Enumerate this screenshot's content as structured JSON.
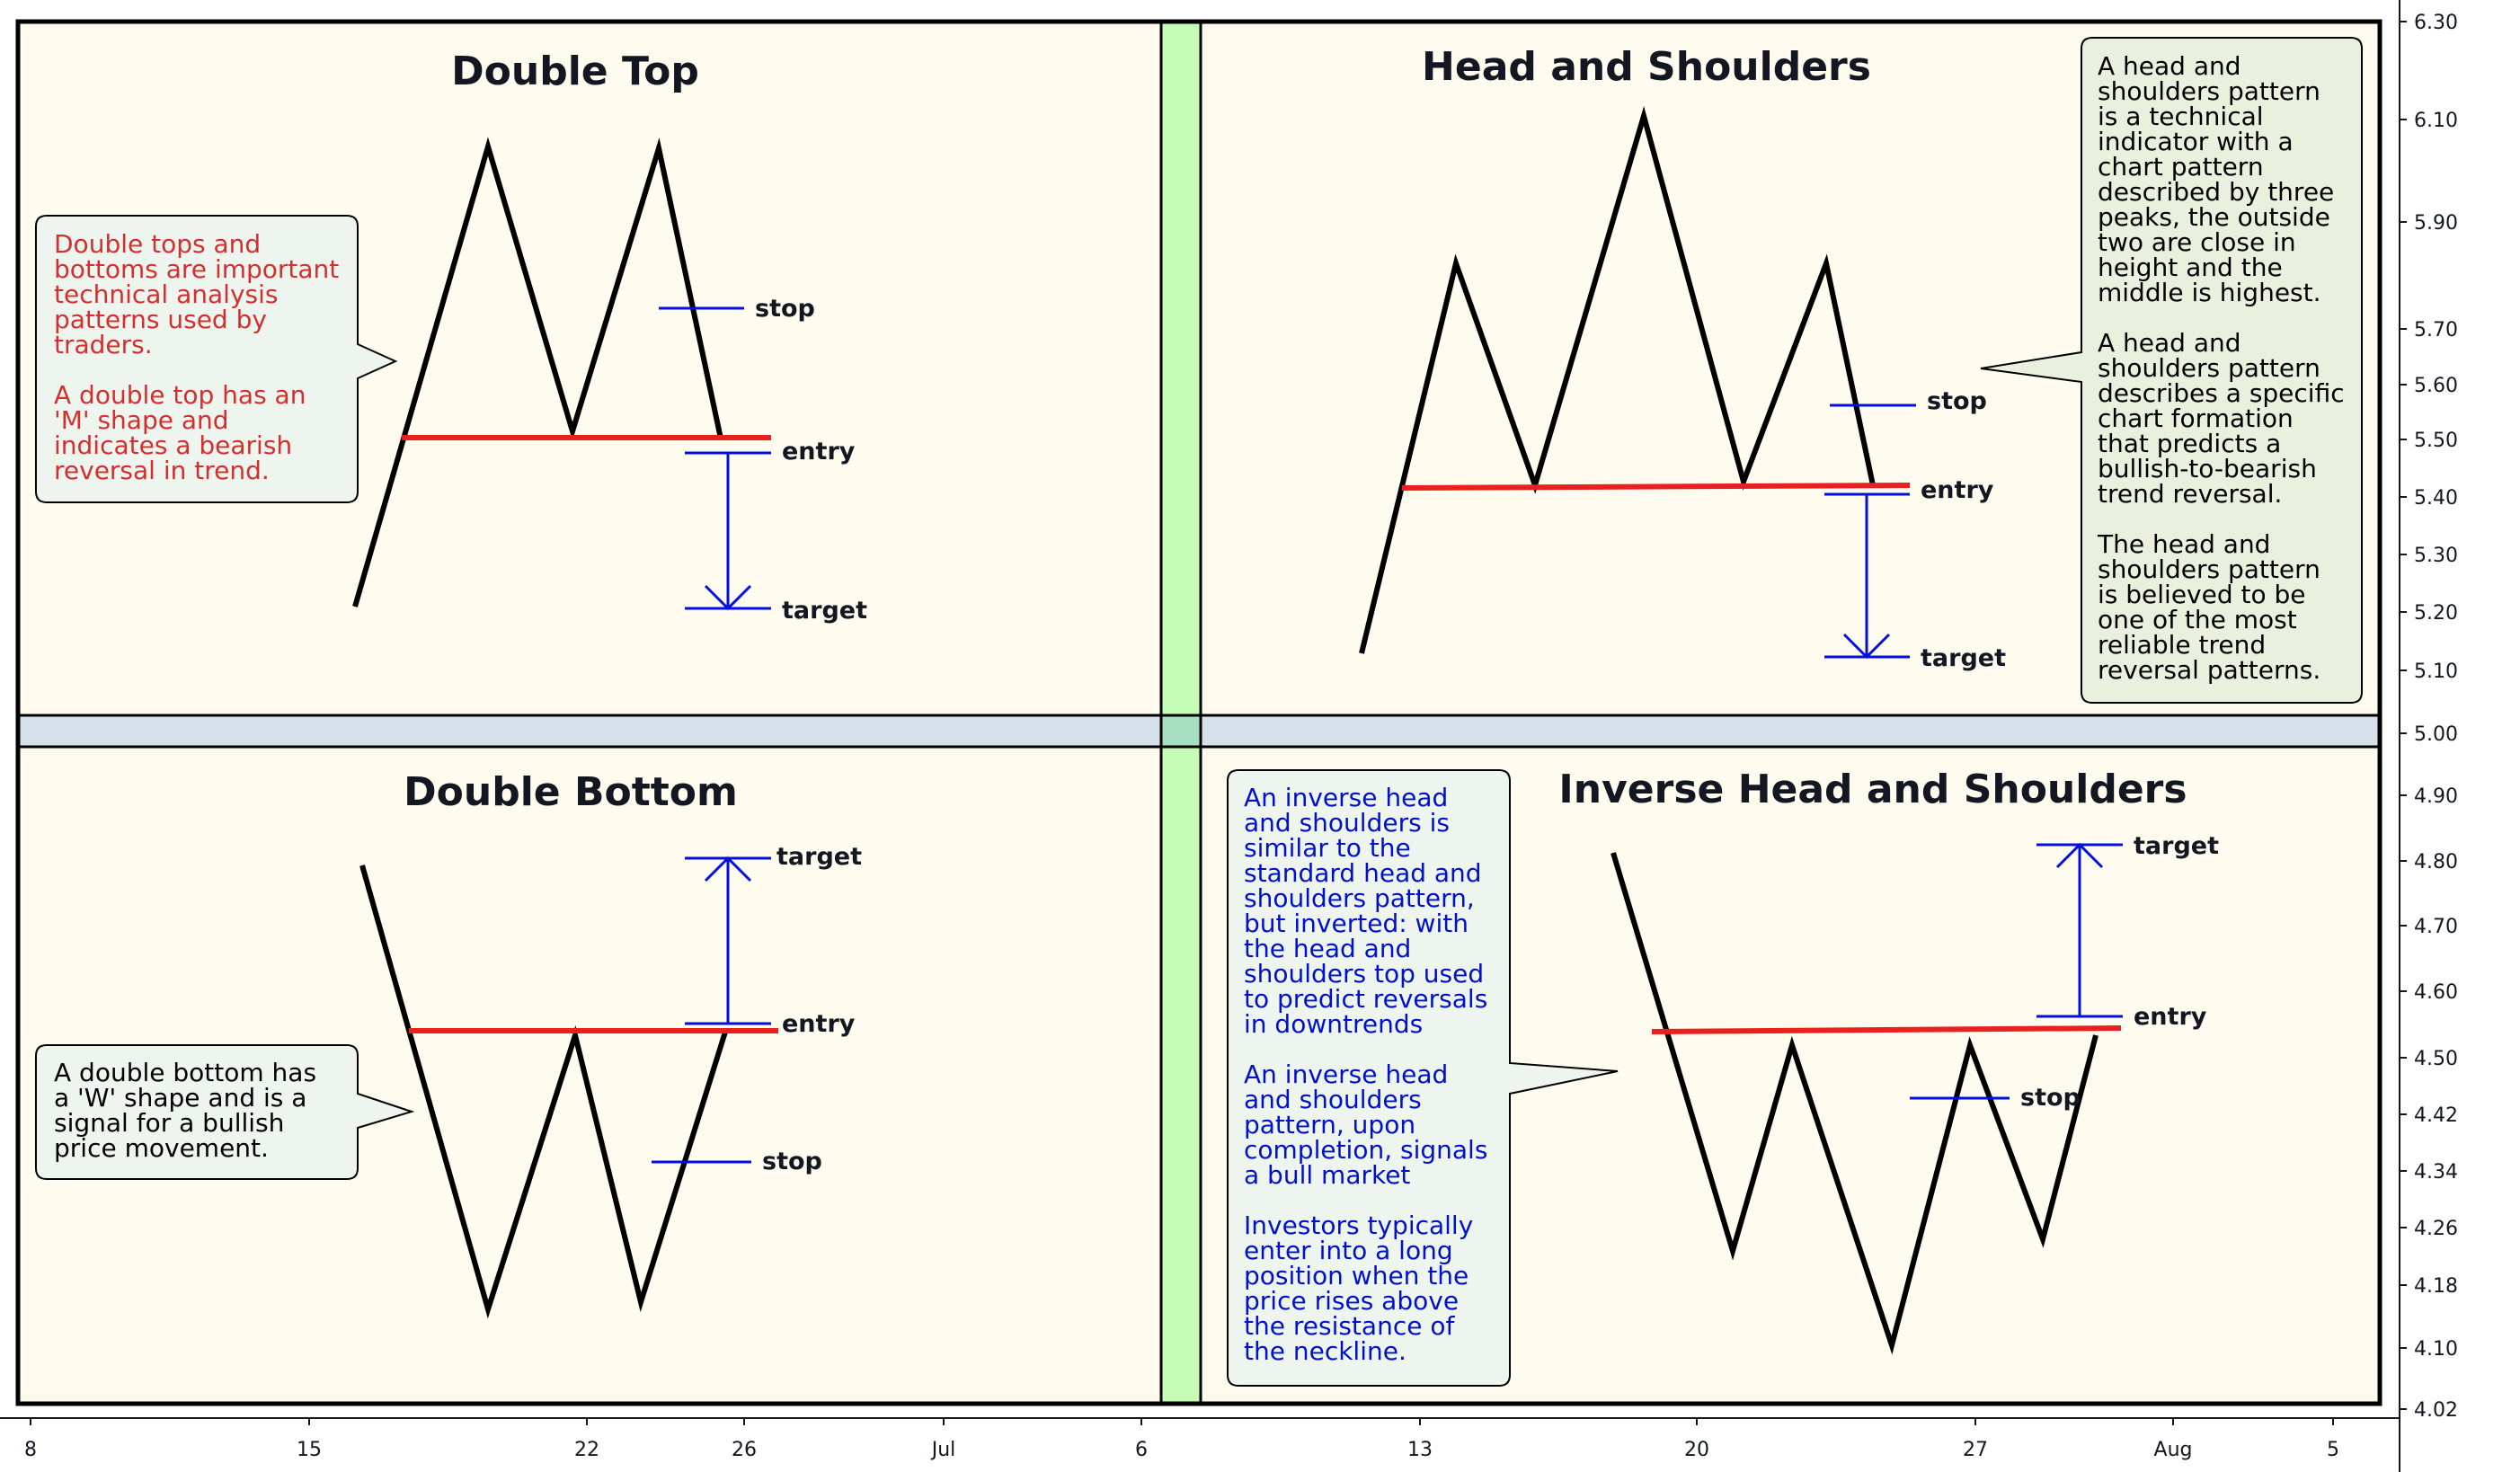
{
  "colors": {
    "panel_fill": "#fffbee",
    "divider_fill": "#d6e0ea",
    "vertical_band": "#c6fdb6",
    "frame": "#000000",
    "price_line": "#000000",
    "neckline": "#e8201e",
    "levels": "#0010e0",
    "note_red": "#d32f2f",
    "note_blue": "#0011cc",
    "note_black": "#000000"
  },
  "price_axis": {
    "labels": [
      "6.30",
      "6.10",
      "5.90",
      "5.70",
      "5.60",
      "5.50",
      "5.40",
      "5.30",
      "5.20",
      "5.10",
      "5.00",
      "4.90",
      "4.80",
      "4.70",
      "4.60",
      "4.50",
      "4.42",
      "4.34",
      "4.26",
      "4.18",
      "4.10",
      "4.02"
    ]
  },
  "time_axis": {
    "labels": [
      "8",
      "15",
      "22",
      "26",
      "Jul",
      "6",
      "13",
      "20",
      "27",
      "Aug",
      "5"
    ]
  },
  "panels": {
    "double_top": {
      "title": "Double Top",
      "stop": "stop",
      "entry": "entry",
      "target": "target",
      "note": [
        "Double tops and",
        "bottoms are important",
        "technical analysis",
        "patterns used by",
        "traders.",
        "",
        "A double top has an",
        "'M' shape and",
        "indicates a bearish",
        "reversal in trend."
      ]
    },
    "head_shoulders": {
      "title": "Head and Shoulders",
      "stop": "stop",
      "entry": "entry",
      "target": "target",
      "note": [
        "A head and",
        "shoulders pattern",
        "is a technical",
        "indicator with a",
        "chart pattern",
        "described by three",
        "peaks, the outside",
        "two are close in",
        "height and the",
        "middle is highest.",
        "",
        "A head and",
        "shoulders pattern",
        "describes a specific",
        "chart formation",
        "that predicts a",
        "bullish-to-bearish",
        "trend reversal.",
        "",
        "The head and",
        "shoulders pattern",
        "is believed to be",
        "one of the most",
        "reliable trend",
        "reversal patterns."
      ]
    },
    "double_bottom": {
      "title": "Double Bottom",
      "stop": "stop",
      "entry": "entry",
      "target": "target",
      "note": [
        "A double bottom has",
        "a 'W' shape and is a",
        "signal for a bullish",
        "price movement."
      ]
    },
    "inverse_hs": {
      "title": "Inverse Head and Shoulders",
      "stop": "stop",
      "entry": "entry",
      "target": "target",
      "note": [
        "An inverse head",
        "and shoulders is",
        "similar to the",
        "standard head and",
        "shoulders pattern,",
        "but inverted: with",
        "the head and",
        "shoulders top used",
        "to predict reversals",
        "in downtrends",
        "",
        "An inverse head",
        "and shoulders",
        "pattern, upon",
        "completion, signals",
        "a bull market",
        "",
        "Investors typically",
        "enter into a long",
        "position when the",
        "price rises above",
        "the resistance of",
        "the neckline."
      ]
    }
  }
}
